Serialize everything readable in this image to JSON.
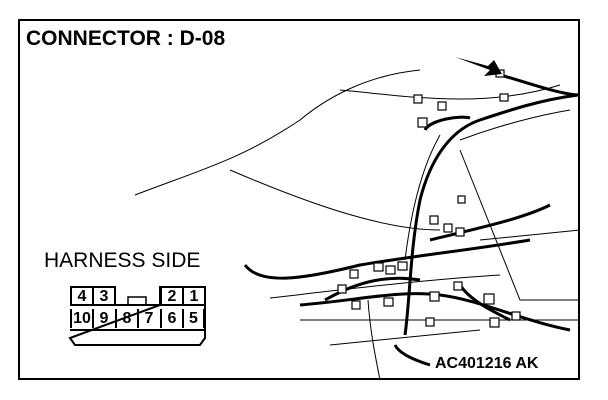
{
  "title": "CONNECTOR : D-08",
  "harness_label": "HARNESS SIDE",
  "figure_code": "AC401216 AK",
  "connector": {
    "top_row": [
      "4",
      "3",
      "2",
      "1"
    ],
    "bottom_row": [
      "10",
      "9",
      "8",
      "7",
      "6",
      "5"
    ]
  }
}
